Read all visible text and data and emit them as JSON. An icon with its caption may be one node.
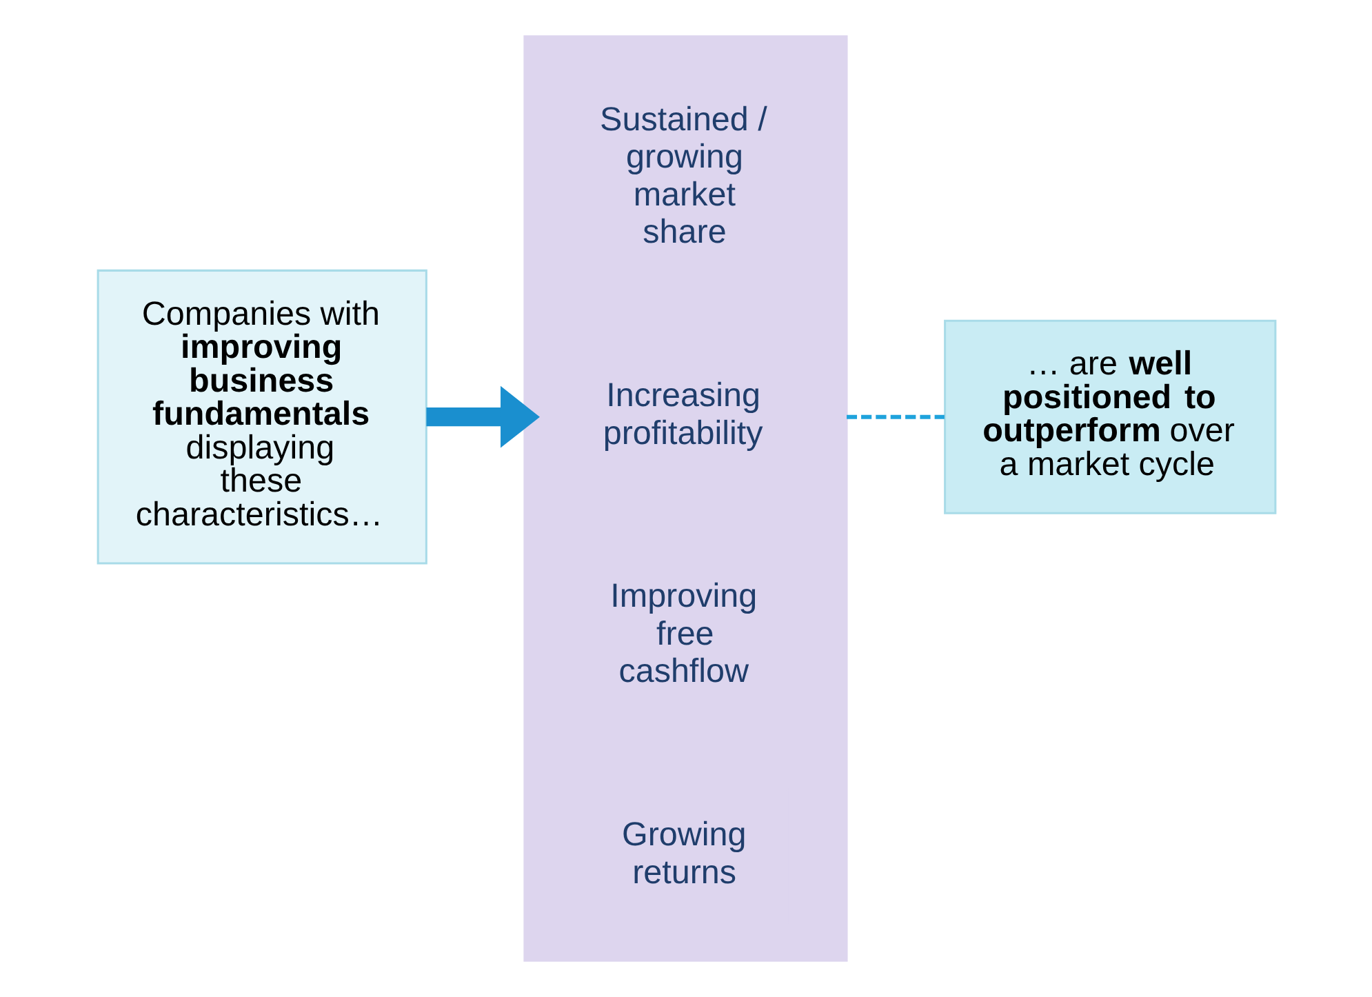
{
  "diagram": {
    "nodes": [
      {
        "text": [
          "Companies with **improving business fundamentals** displaying these characteristics…"
        ]
      },
      {
        "text": [],
        "shape": "box"
      },
      {
        "text": [
          "Sustained / growing market share"
        ],
        "in": 1
      },
      {
        "text": [
          "Increasing profitability"
        ],
        "in": 1
      },
      {
        "text": [
          "Improving free cashflow"
        ],
        "in": 1
      },
      {
        "text": [
          "Growing returns"
        ],
        "in": 1
      },
      {
        "text": [
          "… are **well positioned to outperform** over a market cycle"
        ]
      }
    ],
    "edges": [
      {
        "from": 0,
        "to": 1,
        "arrow": "to",
        "style": "thick",
        "color": "#1a8fcf"
      },
      {
        "from": 1,
        "to": 6,
        "arrow": "none",
        "style": "dashed",
        "color": "#1fa3dc"
      }
    ]
  }
}
